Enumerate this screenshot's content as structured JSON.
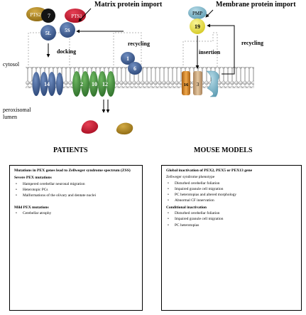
{
  "labels": {
    "matrix_import": "Matrix protein import",
    "membrane_import": "Membrane protein import",
    "cytosol": "cytosol",
    "peroxisomal": "peroxisomal",
    "lumen": "lumen",
    "docking": "docking",
    "recycling_left": "recycling",
    "insertion": "insertion",
    "recycling_right": "recycling"
  },
  "proteins": {
    "pts2": "PTS2",
    "p7": "7",
    "pts1": "PTS1",
    "p5l": "5L",
    "p5s": "5S",
    "pmp": "PMP",
    "p19": "19",
    "p1": "1",
    "p6": "6",
    "p14": "14",
    "p2": "2",
    "p10": "10",
    "p12": "12",
    "p16": "16",
    "p3": "3"
  },
  "colors": {
    "green": "#3f8f3a",
    "blue": "#3d5d92",
    "red": "#c9142c",
    "gold": "#b48a1f",
    "yellow": "#efe63a",
    "light_blue": "#7eb8cc",
    "orange": "#d98a2a"
  },
  "headings": {
    "patients": "PATIENTS",
    "mouse_models": "MOUSE MODELS"
  },
  "patients_box": {
    "title": "Mutations in PEX genes lead to Zellweger syndrome spectrum (ZSS)",
    "severe_heading": "Severe PEX mutations",
    "severe_items": [
      "Hampered cerebellar neuronal migration",
      "Heterotopic PCs",
      "Malformations of the olivary and dentate nuclei"
    ],
    "mild_heading": "Mild PEX mutations",
    "mild_items": [
      "Cerebellar atrophy"
    ]
  },
  "mouse_box": {
    "title": "Global inactivation of PEX2, PEX5 or PEX13 gene",
    "zs_phenotype": "Zellweger syndrome phenotype",
    "global_items": [
      "Disturbed cerebellar foliation",
      "Impaired granule cell migration",
      "PC heterotopias and altered morphology",
      "Abnormal CF innervation"
    ],
    "conditional_heading": "Conditional inactivation",
    "conditional_items": [
      "Disturbed cerebellar foliation",
      "Impaired granule cell migration",
      "PC heterotopias"
    ]
  }
}
